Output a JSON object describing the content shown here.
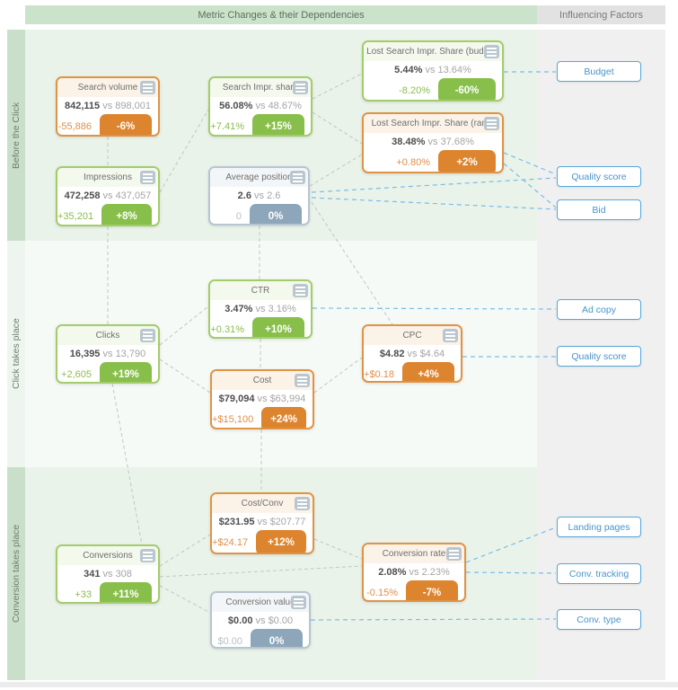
{
  "header": {
    "metrics": "Metric Changes & their Dependencies",
    "factors": "Influencing Factors"
  },
  "labels": {
    "vs": "vs"
  },
  "sections": [
    {
      "label": "Before the Click"
    },
    {
      "label": "Click takes place"
    },
    {
      "label": "Conversion takes place"
    }
  ],
  "cards": [
    {
      "id": "search-volume",
      "title": "Search volume",
      "value": "842,115",
      "previous": "898,001",
      "delta": "-55,886",
      "percent": "-6%",
      "tone": "negative"
    },
    {
      "id": "impressions",
      "title": "Impressions",
      "value": "472,258",
      "previous": "437,057",
      "delta": "+35,201",
      "percent": "+8%",
      "tone": "positive"
    },
    {
      "id": "search-impr-share",
      "title": "Search Impr. share",
      "value": "56.08%",
      "previous": "48.67%",
      "delta": "+7.41%",
      "percent": "+15%",
      "tone": "positive"
    },
    {
      "id": "average-position",
      "title": "Average position",
      "value": "2.6",
      "previous": "2.6",
      "delta": "0",
      "percent": "0%",
      "tone": "neutral"
    },
    {
      "id": "lost-impr-budget",
      "title": "Lost Search Impr. Share (budget)",
      "value": "5.44%",
      "previous": "13.64%",
      "delta": "-8.20%",
      "percent": "-60%",
      "tone": "positive"
    },
    {
      "id": "lost-impr-rank",
      "title": "Lost Search Impr. Share (rank)",
      "value": "38.48%",
      "previous": "37.68%",
      "delta": "+0.80%",
      "percent": "+2%",
      "tone": "negative"
    },
    {
      "id": "ctr",
      "title": "CTR",
      "value": "3.47%",
      "previous": "3.16%",
      "delta": "+0.31%",
      "percent": "+10%",
      "tone": "positive"
    },
    {
      "id": "clicks",
      "title": "Clicks",
      "value": "16,395",
      "previous": "13,790",
      "delta": "+2,605",
      "percent": "+19%",
      "tone": "positive"
    },
    {
      "id": "cost",
      "title": "Cost",
      "value": "$79,094",
      "previous": "$63,994",
      "delta": "+$15,100",
      "percent": "+24%",
      "tone": "negative"
    },
    {
      "id": "cpc",
      "title": "CPC",
      "value": "$4.82",
      "previous": "$4.64",
      "delta": "+$0.18",
      "percent": "+4%",
      "tone": "negative"
    },
    {
      "id": "cost-conv",
      "title": "Cost/Conv",
      "value": "$231.95",
      "previous": "$207.77",
      "delta": "+$24.17",
      "percent": "+12%",
      "tone": "negative"
    },
    {
      "id": "conversions",
      "title": "Conversions",
      "value": "341",
      "previous": "308",
      "delta": "+33",
      "percent": "+11%",
      "tone": "positive"
    },
    {
      "id": "conversion-rate",
      "title": "Conversion rate",
      "value": "2.08%",
      "previous": "2.23%",
      "delta": "-0.15%",
      "percent": "-7%",
      "tone": "negative"
    },
    {
      "id": "conversion-value",
      "title": "Conversion value",
      "value": "$0.00",
      "previous": "$0.00",
      "delta": "$0.00",
      "percent": "0%",
      "tone": "neutral"
    }
  ],
  "factors": [
    {
      "label": "Budget"
    },
    {
      "label": "Quality score"
    },
    {
      "label": "Bid"
    },
    {
      "label": "Ad copy"
    },
    {
      "label": "Quality score"
    },
    {
      "label": "Landing pages"
    },
    {
      "label": "Conv. tracking"
    },
    {
      "label": "Conv. type"
    }
  ],
  "colors": {
    "positive": "#88bf4a",
    "negative": "#dd842e",
    "neutral": "#8da6ba",
    "factor": "#57a7d9",
    "line_gray": "#c4c4c4",
    "line_blue": "#79bde6"
  }
}
